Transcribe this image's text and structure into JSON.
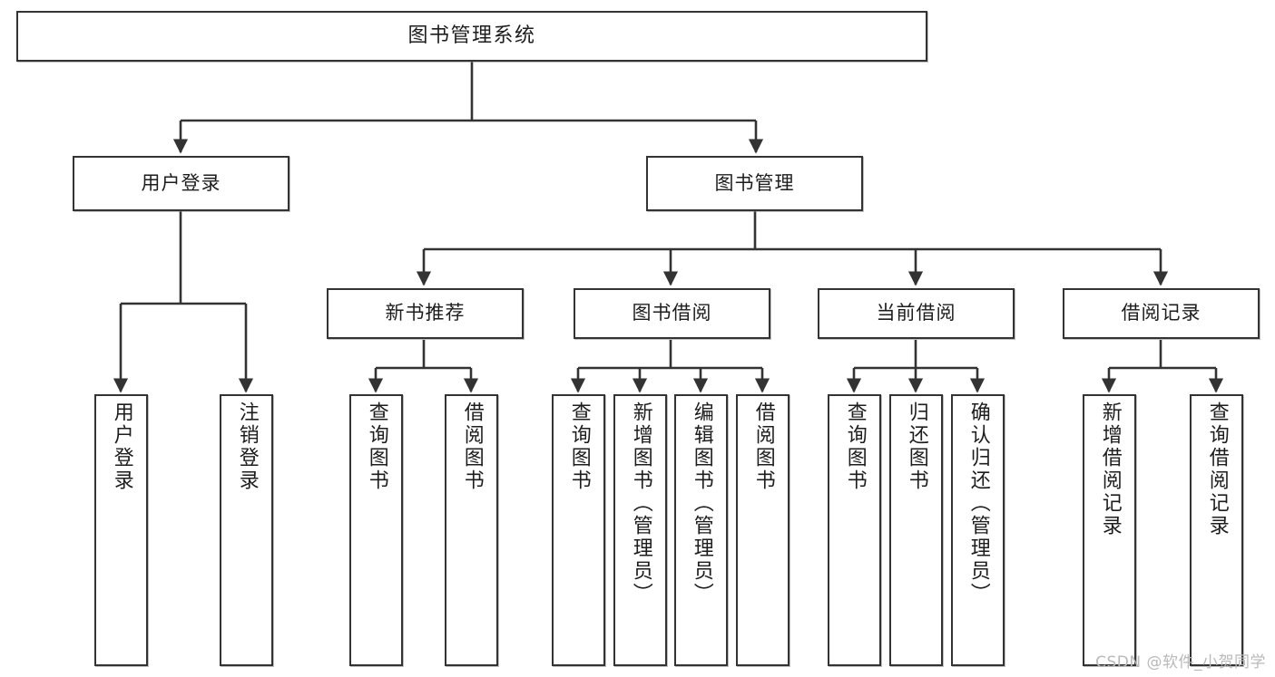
{
  "diagram": {
    "title": "图书管理系统",
    "type": "tree-hierarchy-chart",
    "colors": {
      "stroke": "#333333",
      "fill": "#ffffff",
      "text": "#1d1d1d",
      "watermark": "#b9b9b9"
    }
  },
  "watermark": {
    "text": "CSDN @软件_小贺同学"
  },
  "nodes": {
    "root": {
      "label": "图书管理系统"
    },
    "level1": [
      {
        "id": "user-login",
        "label": "用户登录"
      },
      {
        "id": "book-management",
        "label": "图书管理"
      }
    ],
    "level2": [
      {
        "id": "new-book-recommend",
        "label": "新书推荐"
      },
      {
        "id": "book-borrow",
        "label": "图书借阅"
      },
      {
        "id": "current-borrow",
        "label": "当前借阅"
      },
      {
        "id": "borrow-record",
        "label": "借阅记录"
      }
    ],
    "leaves": [
      {
        "id": "leaf-user-login",
        "label": "用户登录",
        "parent": "user-login"
      },
      {
        "id": "leaf-logout-login",
        "label": "注销登录",
        "parent": "user-login"
      },
      {
        "id": "leaf-query-book-1",
        "label": "查询图书",
        "parent": "new-book-recommend"
      },
      {
        "id": "leaf-borrow-book-1",
        "label": "借阅图书",
        "parent": "new-book-recommend"
      },
      {
        "id": "leaf-query-book-2",
        "label": "查询图书",
        "parent": "book-borrow"
      },
      {
        "id": "leaf-add-book-admin",
        "label": "新增图书（管理员）",
        "parent": "book-borrow"
      },
      {
        "id": "leaf-edit-book-admin",
        "label": "编辑图书（管理员）",
        "parent": "book-borrow"
      },
      {
        "id": "leaf-borrow-book-2",
        "label": "借阅图书",
        "parent": "book-borrow"
      },
      {
        "id": "leaf-query-book-3",
        "label": "查询图书",
        "parent": "current-borrow"
      },
      {
        "id": "leaf-return-book",
        "label": "归还图书",
        "parent": "current-borrow"
      },
      {
        "id": "leaf-confirm-return-admin",
        "label": "确认归还（管理员）",
        "parent": "current-borrow"
      },
      {
        "id": "leaf-add-borrow-record",
        "label": "新增借阅记录",
        "parent": "borrow-record"
      },
      {
        "id": "leaf-query-borrow-record",
        "label": "查询借阅记录",
        "parent": "borrow-record"
      }
    ]
  }
}
